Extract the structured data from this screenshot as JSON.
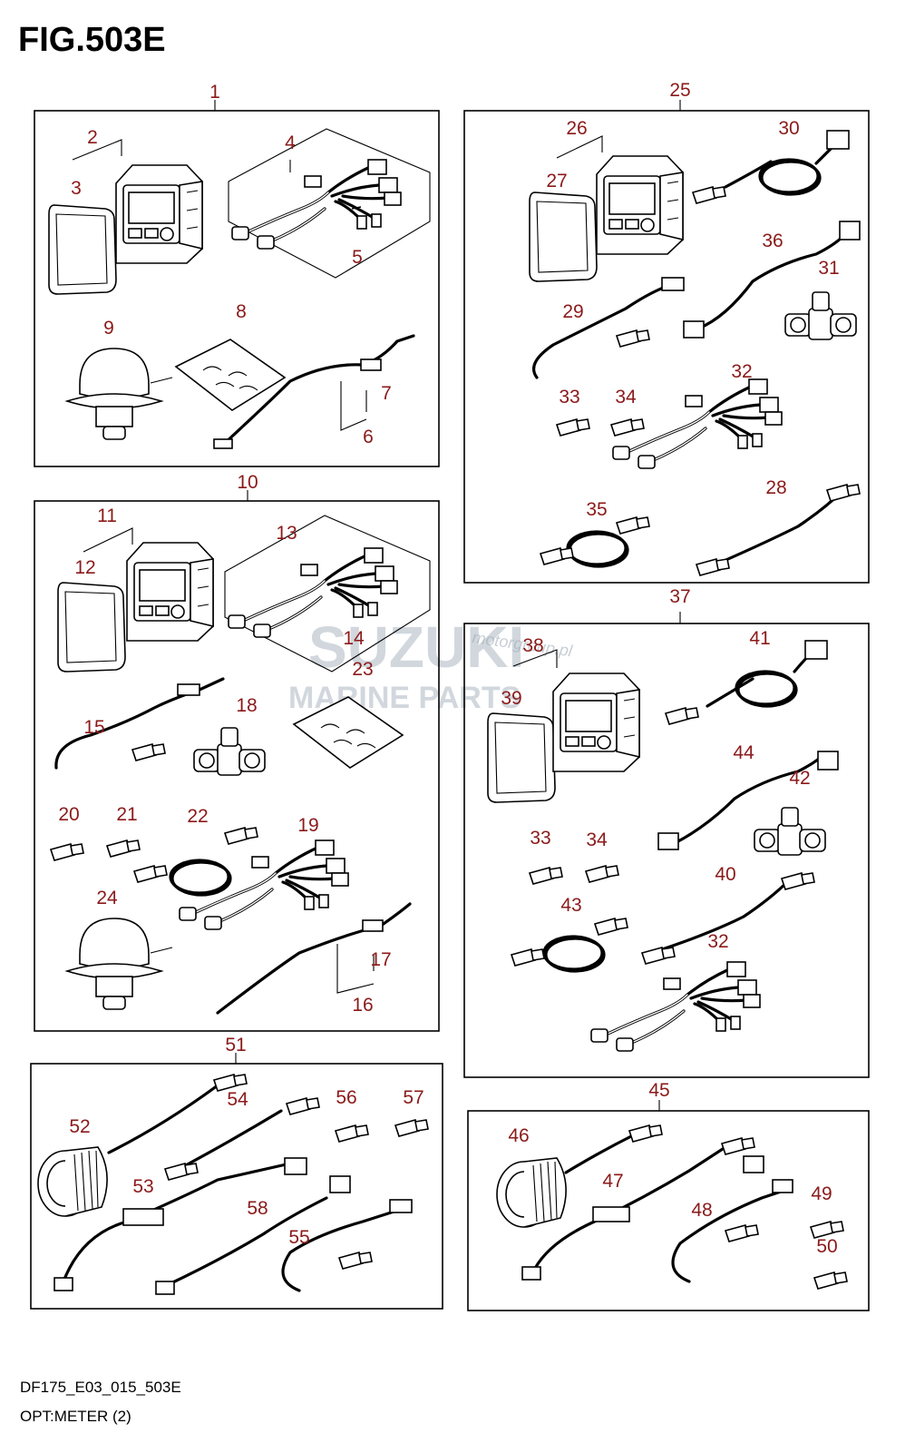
{
  "figure": {
    "title": "FIG.503E",
    "footer_code": "DF175_E03_015_503E",
    "footer_name": "OPT:METER (2)",
    "watermark_brand": "SUZUKI",
    "watermark_sub": "MARINE PARTS",
    "watermark_url": "motorgroup.pl"
  },
  "callouts": {
    "c1": "1",
    "c2": "2",
    "c3": "3",
    "c4": "4",
    "c5": "5",
    "c6": "6",
    "c7": "7",
    "c8": "8",
    "c9": "9",
    "c10": "10",
    "c11": "11",
    "c12": "12",
    "c13": "13",
    "c14": "14",
    "c15": "15",
    "c16": "16",
    "c17": "17",
    "c18": "18",
    "c19": "19",
    "c20": "20",
    "c21": "21",
    "c22": "22",
    "c23": "23",
    "c24": "24",
    "c25": "25",
    "c26": "26",
    "c27": "27",
    "c28": "28",
    "c29": "29",
    "c30": "30",
    "c31": "31",
    "c32a": "32",
    "c33a": "33",
    "c34a": "34",
    "c35": "35",
    "c36": "36",
    "c37": "37",
    "c38": "38",
    "c39": "39",
    "c40": "40",
    "c41": "41",
    "c42": "42",
    "c43": "43",
    "c44": "44",
    "c32b": "32",
    "c33b": "33",
    "c34b": "34",
    "c45": "45",
    "c46": "46",
    "c47": "47",
    "c48": "48",
    "c49": "49",
    "c50": "50",
    "c51": "51",
    "c52": "52",
    "c53": "53",
    "c54": "54",
    "c55": "55",
    "c56": "56",
    "c57": "57",
    "c58": "58"
  }
}
